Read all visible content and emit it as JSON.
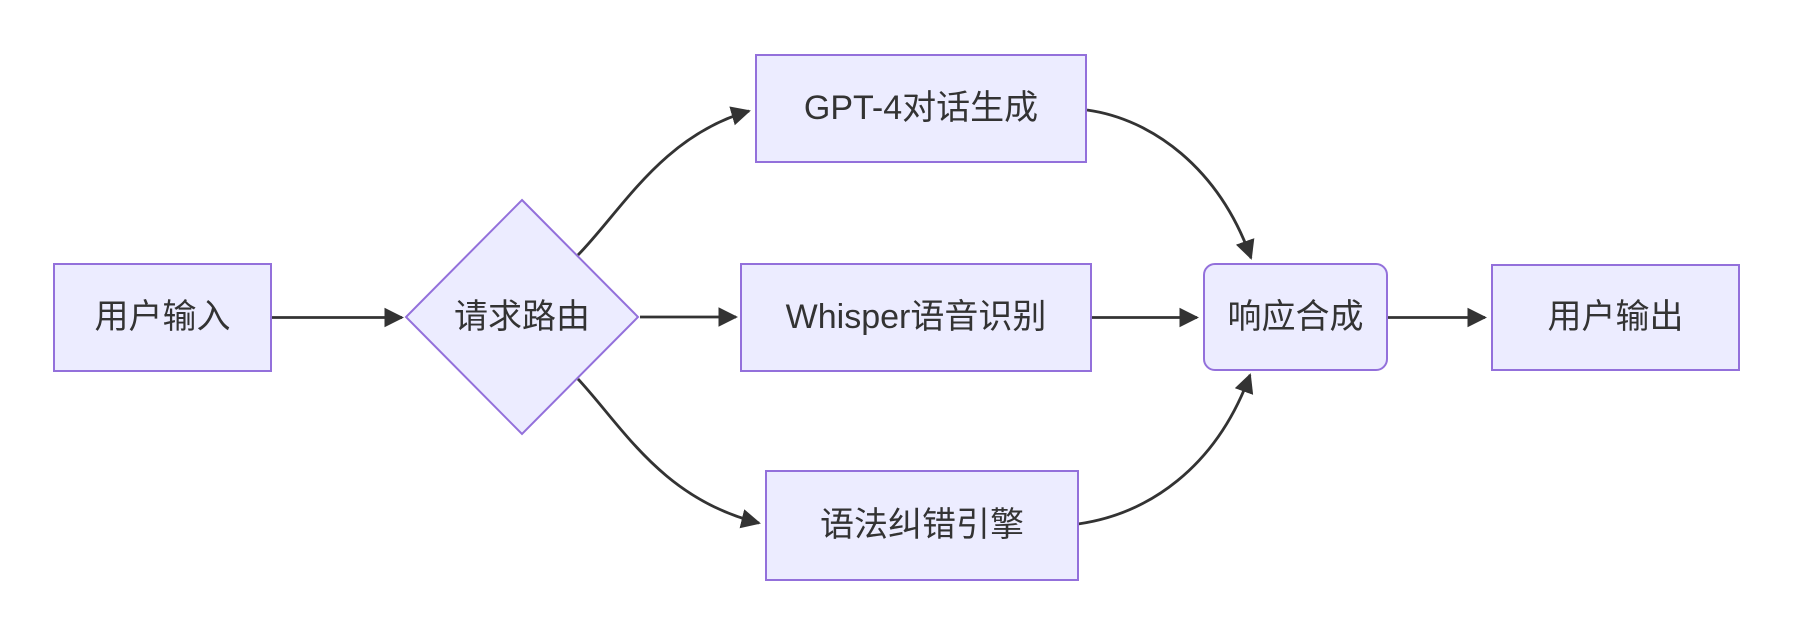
{
  "diagram": {
    "type": "flowchart",
    "direction": "left-to-right",
    "colors": {
      "node_fill": "#ECECFF",
      "node_border": "#9370DB",
      "edge_line": "#333333",
      "label_text": "#333333",
      "background": "#FFFFFF"
    },
    "nodes": {
      "user_input": {
        "label": "用户输入",
        "shape": "rectangle"
      },
      "request_router": {
        "label": "请求路由",
        "shape": "diamond"
      },
      "gpt4_dialog": {
        "label": "GPT-4对话生成",
        "shape": "rectangle"
      },
      "whisper_asr": {
        "label": "Whisper语音识别",
        "shape": "rectangle"
      },
      "grammar_engine": {
        "label": "语法纠错引擎",
        "shape": "rectangle"
      },
      "response_synthesis": {
        "label": "响应合成",
        "shape": "rounded-rectangle"
      },
      "user_output": {
        "label": "用户输出",
        "shape": "rectangle"
      }
    },
    "edges": [
      {
        "from": "user_input",
        "to": "request_router"
      },
      {
        "from": "request_router",
        "to": "gpt4_dialog"
      },
      {
        "from": "request_router",
        "to": "whisper_asr"
      },
      {
        "from": "request_router",
        "to": "grammar_engine"
      },
      {
        "from": "gpt4_dialog",
        "to": "response_synthesis"
      },
      {
        "from": "whisper_asr",
        "to": "response_synthesis"
      },
      {
        "from": "grammar_engine",
        "to": "response_synthesis"
      },
      {
        "from": "response_synthesis",
        "to": "user_output"
      }
    ]
  }
}
